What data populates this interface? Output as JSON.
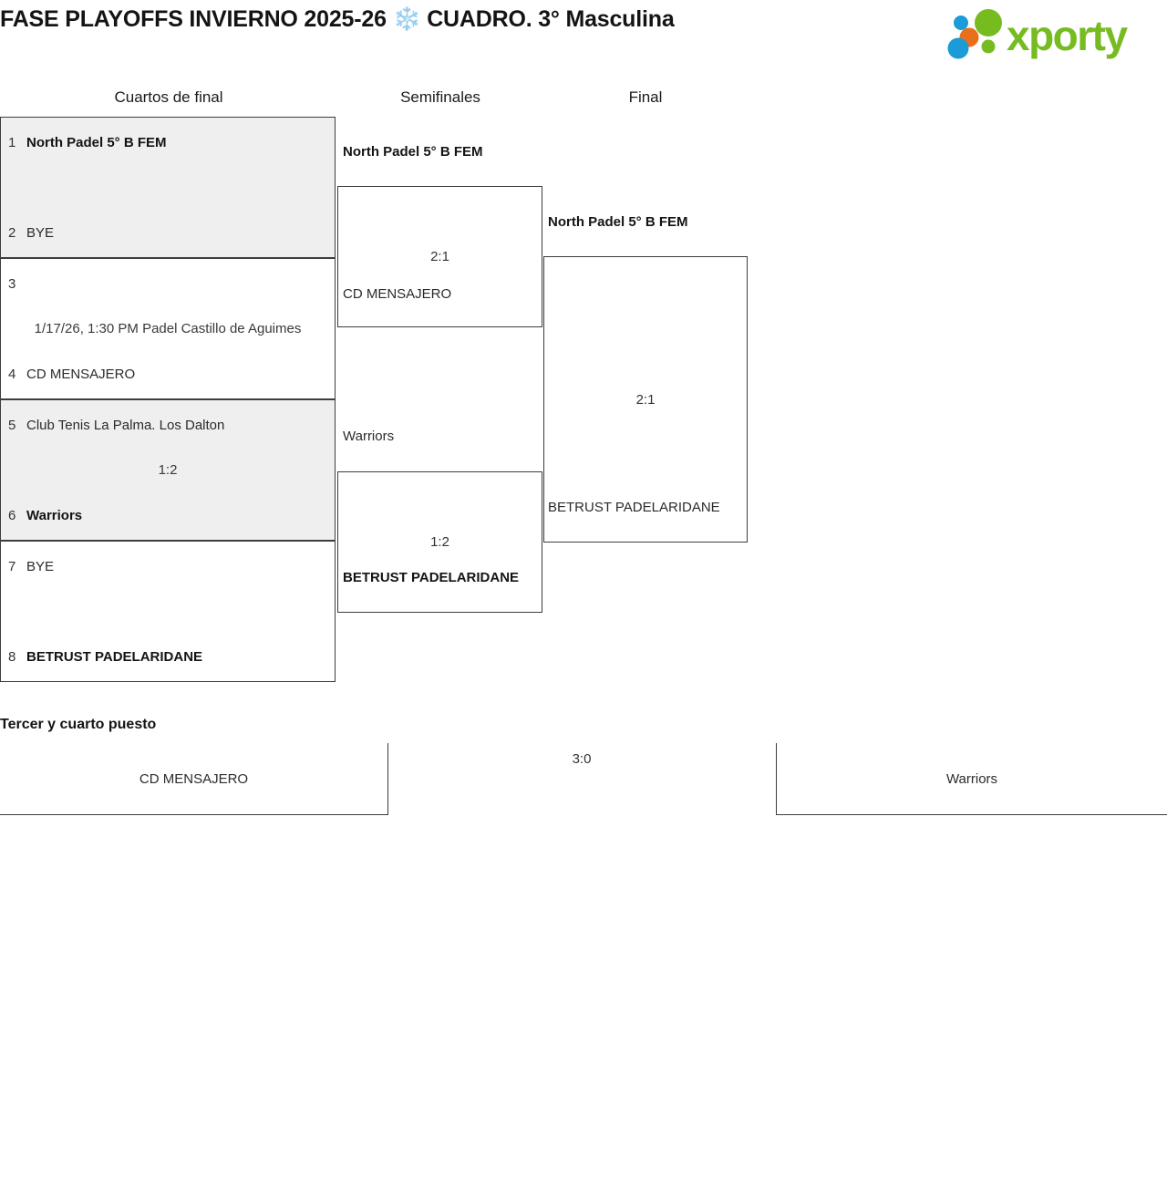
{
  "header": {
    "title": "FASE PLAYOFFS INVIERNO 2025-26 ❄️ CUADRO. 3° Masculina",
    "logo_text": "xporty",
    "logo_colors": {
      "green": "#76bc21",
      "blue": "#1b9bd8",
      "orange": "#e8701a"
    }
  },
  "rounds": [
    {
      "label": "Cuartos de final"
    },
    {
      "label": "Semifinales"
    },
    {
      "label": "Final"
    }
  ],
  "quarterfinals": [
    {
      "shaded": true,
      "top": {
        "seed": "1",
        "team": "North Padel 5° B FEM",
        "winner": true
      },
      "bottom": {
        "seed": "2",
        "team": "BYE",
        "winner": false
      },
      "meta": ""
    },
    {
      "shaded": false,
      "top": {
        "seed": "3",
        "team": "",
        "winner": false
      },
      "bottom": {
        "seed": "4",
        "team": "CD MENSAJERO",
        "winner": false
      },
      "meta": "1/17/26, 1:30 PM Padel Castillo de Aguimes"
    },
    {
      "shaded": true,
      "top": {
        "seed": "5",
        "team": "Club Tenis La Palma. Los Dalton",
        "winner": false
      },
      "bottom": {
        "seed": "6",
        "team": "Warriors",
        "winner": true
      },
      "meta": "1:2"
    },
    {
      "shaded": false,
      "top": {
        "seed": "7",
        "team": "BYE",
        "winner": false
      },
      "bottom": {
        "seed": "8",
        "team": "BETRUST PADELARIDANE",
        "winner": true
      },
      "meta": ""
    }
  ],
  "semifinals": [
    {
      "top_team": "North Padel 5° B FEM",
      "top_winner": true,
      "bottom_team": "CD MENSAJERO",
      "bottom_winner": false,
      "score": "2:1"
    },
    {
      "top_team": "Warriors",
      "top_winner": false,
      "bottom_team": "BETRUST PADELARIDANE",
      "bottom_winner": true,
      "score": "1:2"
    }
  ],
  "final": {
    "top_team": "North Padel 5° B FEM",
    "top_winner": true,
    "bottom_team": "BETRUST PADELARIDANE",
    "bottom_winner": false,
    "score": "2:1"
  },
  "third_place": {
    "title": "Tercer y cuarto puesto",
    "left_team": "CD MENSAJERO",
    "right_team": "Warriors",
    "score": "3:0"
  }
}
